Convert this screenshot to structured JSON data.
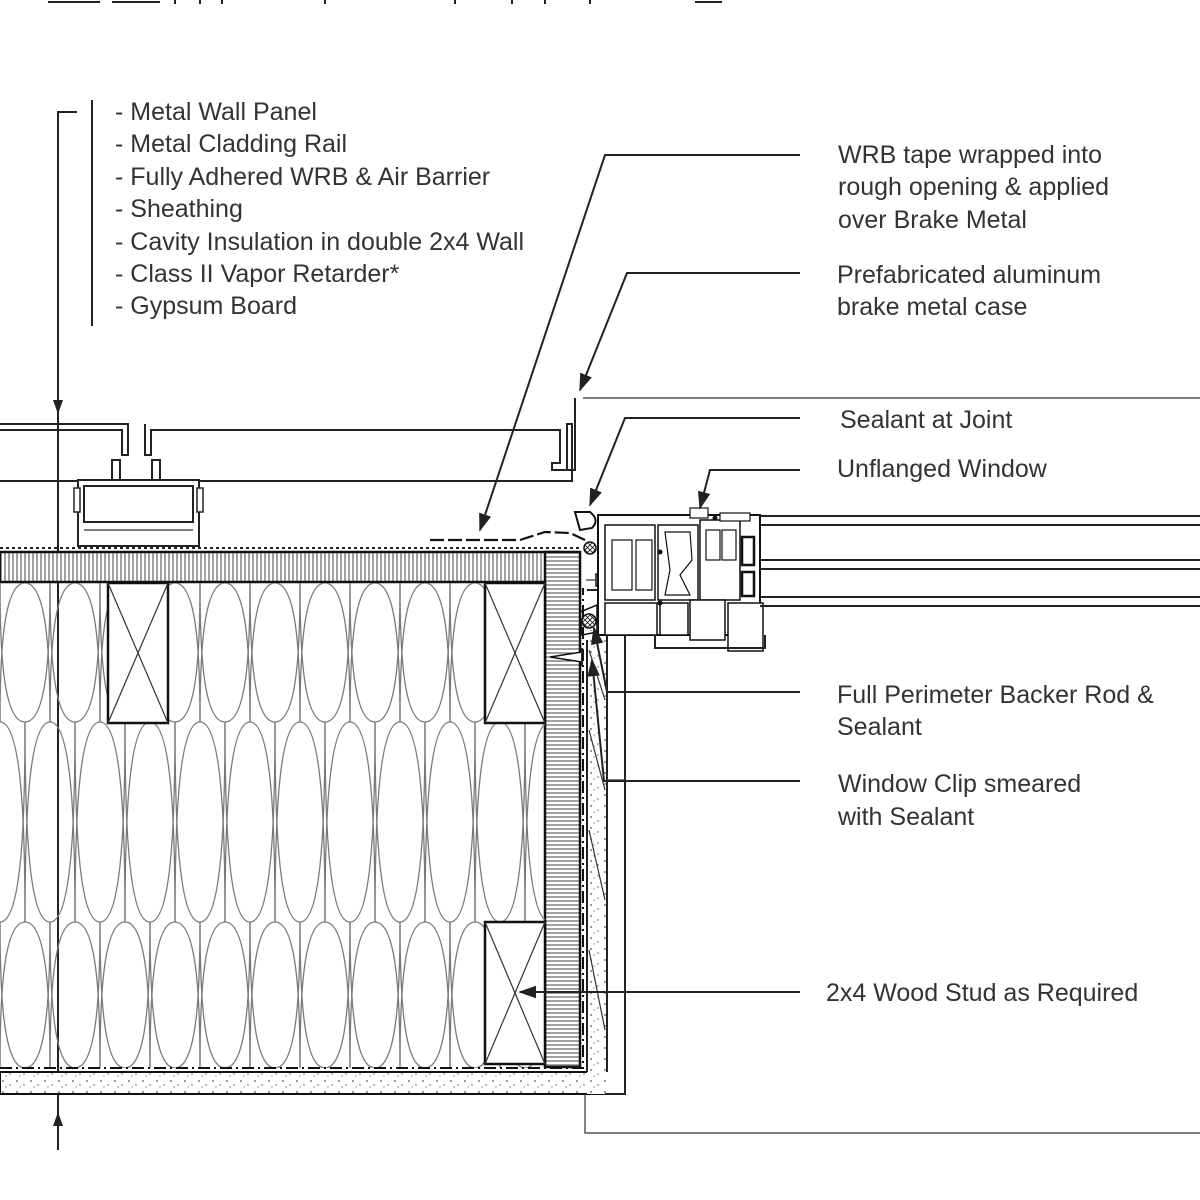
{
  "material_list": [
    "- Metal Wall Panel",
    "- Metal Cladding Rail",
    "- Fully Adhered WRB & Air Barrier",
    "- Sheathing",
    "- Cavity Insulation in double 2x4 Wall",
    "- Class II Vapor Retarder*",
    "- Gypsum Board"
  ],
  "callouts": {
    "wrb_tape": [
      "WRB tape wrapped into",
      "rough opening & applied",
      "over Brake Metal"
    ],
    "brake_metal": [
      "Prefabricated aluminum",
      "brake metal case"
    ],
    "sealant_joint": [
      "Sealant at Joint"
    ],
    "unflanged_window": [
      "Unflanged Window"
    ],
    "backer_rod": [
      "Full Perimeter Backer Rod &",
      "Sealant"
    ],
    "window_clip": [
      "Window Clip smeared",
      "with Sealant"
    ],
    "wood_stud": [
      "2x4 Wood Stud as Required"
    ]
  },
  "colors": {
    "line": "#222222",
    "text": "#333333",
    "insulation": "#777777"
  }
}
